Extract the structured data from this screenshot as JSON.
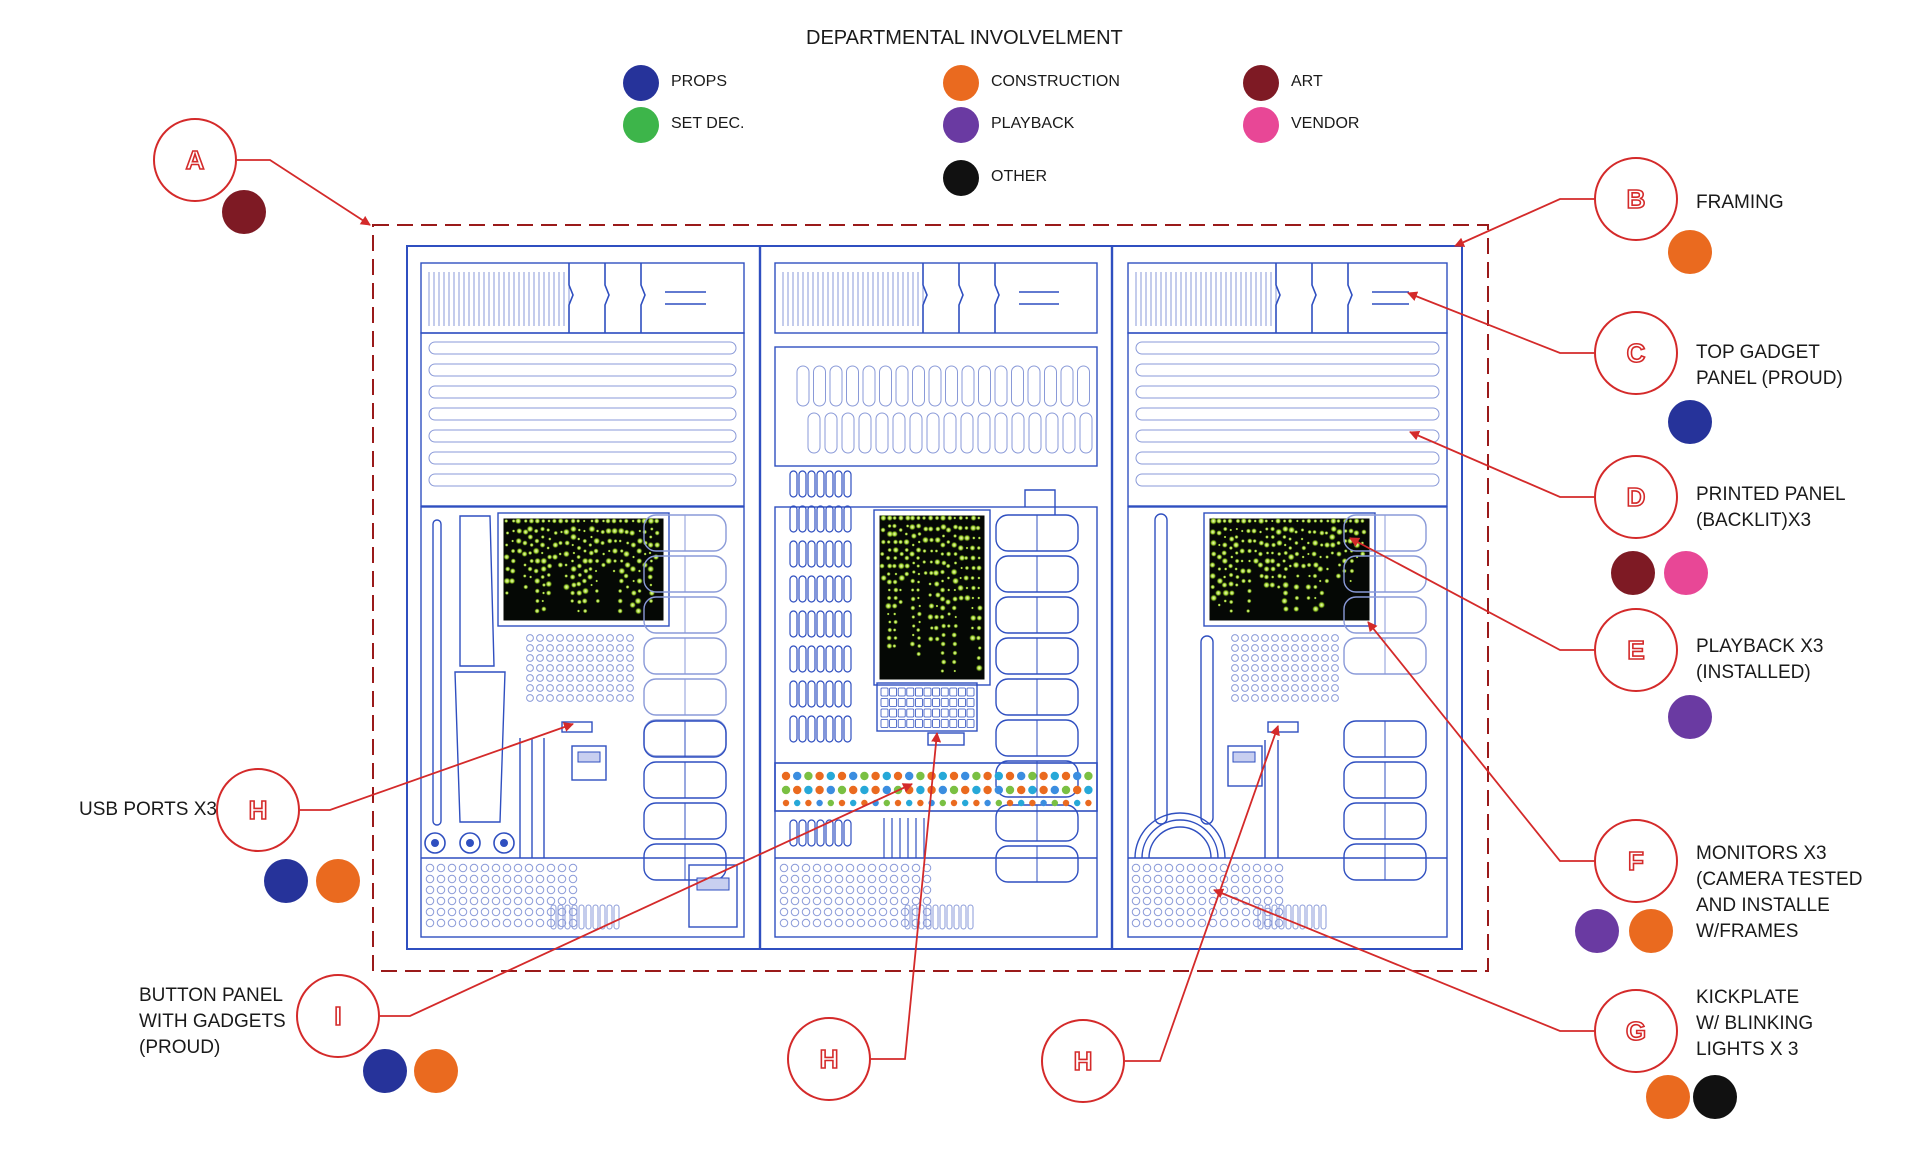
{
  "title": "DEPARTMENTAL INVOLVELMENT",
  "colors": {
    "props": "#26339a",
    "set_dec": "#3db54a",
    "construction": "#ea6a1f",
    "playback": "#6a3aa2",
    "other": "#111111",
    "art": "#7e1a24",
    "vendor": "#e84796",
    "callout_red": "#d42a2a",
    "blueprint_blue": "#2f4fc0",
    "frame_dash": "#9a1a1a"
  },
  "legend": [
    {
      "label": "PROPS",
      "color_key": "props",
      "dot_icon": "props-color-dot"
    },
    {
      "label": "SET DEC.",
      "color_key": "set_dec",
      "dot_icon": "set-dec-color-dot"
    },
    {
      "label": "CONSTRUCTION",
      "color_key": "construction",
      "dot_icon": "construction-color-dot"
    },
    {
      "label": "PLAYBACK",
      "color_key": "playback",
      "dot_icon": "playback-color-dot"
    },
    {
      "label": "OTHER",
      "color_key": "other",
      "dot_icon": "other-color-dot"
    },
    {
      "label": "ART",
      "color_key": "art",
      "dot_icon": "art-color-dot"
    },
    {
      "label": "VENDOR",
      "color_key": "vendor",
      "dot_icon": "vendor-color-dot"
    }
  ],
  "callouts": [
    {
      "id": "A",
      "letter": "A",
      "text": "",
      "departments": [
        "art"
      ]
    },
    {
      "id": "B",
      "letter": "B",
      "text": "FRAMING",
      "departments": [
        "construction"
      ]
    },
    {
      "id": "C",
      "letter": "C",
      "text": "TOP GADGET\nPANEL (PROUD)",
      "departments": [
        "props"
      ]
    },
    {
      "id": "D",
      "letter": "D",
      "text": "PRINTED PANEL\n(BACKLIT)X3",
      "departments": [
        "art",
        "vendor"
      ]
    },
    {
      "id": "E",
      "letter": "E",
      "text": "PLAYBACK X3\n(INSTALLED)",
      "departments": [
        "playback"
      ]
    },
    {
      "id": "F",
      "letter": "F",
      "text": "MONITORS X3\n(CAMERA TESTED\nAND INSTALLE\nW/FRAMES",
      "departments": [
        "playback",
        "construction"
      ]
    },
    {
      "id": "G",
      "letter": "G",
      "text": "KICKPLATE\nW/ BLINKING\nLIGHTS X 3",
      "departments": [
        "construction",
        "other"
      ]
    },
    {
      "id": "H1",
      "letter": "H",
      "text": "USB PORTS X3",
      "departments": [
        "props",
        "construction"
      ]
    },
    {
      "id": "I",
      "letter": "I",
      "text": "BUTTON PANEL\nWITH GADGETS\n(PROUD)",
      "departments": [
        "props",
        "construction"
      ]
    },
    {
      "id": "H2",
      "letter": "H",
      "text": "",
      "departments": []
    },
    {
      "id": "H3",
      "letter": "H",
      "text": "",
      "departments": []
    }
  ]
}
